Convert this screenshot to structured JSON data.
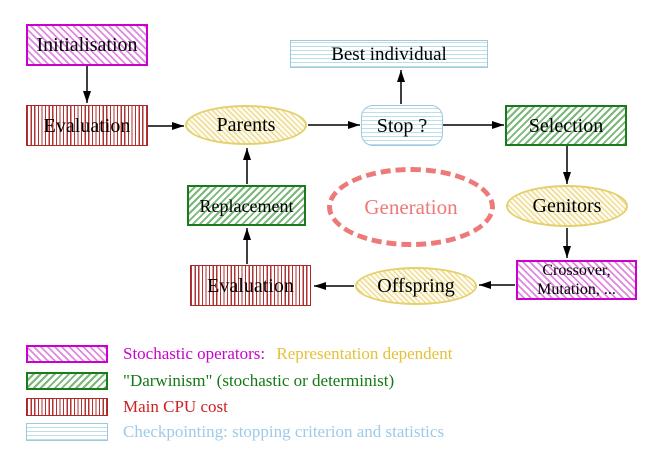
{
  "nodes": {
    "initialisation": "Initialisation",
    "evaluation_top": "Evaluation",
    "parents": "Parents",
    "best_individual": "Best individual",
    "stop": "Stop ?",
    "selection": "Selection",
    "replacement": "Replacement",
    "generation": "Generation",
    "genitors": "Genitors",
    "crossover_line1": "Crossover,",
    "crossover_line2": "Mutation, ...",
    "evaluation_bottom": "Evaluation",
    "offspring": "Offspring"
  },
  "legend": {
    "stochastic_label": "Stochastic operators:",
    "representation_label": "Representation dependent",
    "darwinism_label": "\"Darwinism\" (stochastic or determinist)",
    "cpu_label": "Main CPU cost",
    "checkpointing_label": "Checkpointing: stopping criterion and statistics"
  },
  "colors": {
    "magenta_border": "#cc00cc",
    "magenta_hatch": "#e287e2",
    "green_border": "#1b7a1b",
    "green_hatch": "#79b879",
    "red_stripe": "#b23232",
    "cyan_border": "#9cc9dc",
    "cyan_stripe": "#bcdeea",
    "yellow_border": "#e5d06e",
    "yellow_hatch": "#eedd9d",
    "salmon_dashed": "#ed7979",
    "legend_magenta_text": "#cc00cc",
    "legend_yellow_text": "#e4c238",
    "legend_green_text": "#157815",
    "legend_red_text": "#cc2222",
    "legend_cyan_text": "#9ccbe9",
    "arrow_black": "#000000"
  }
}
